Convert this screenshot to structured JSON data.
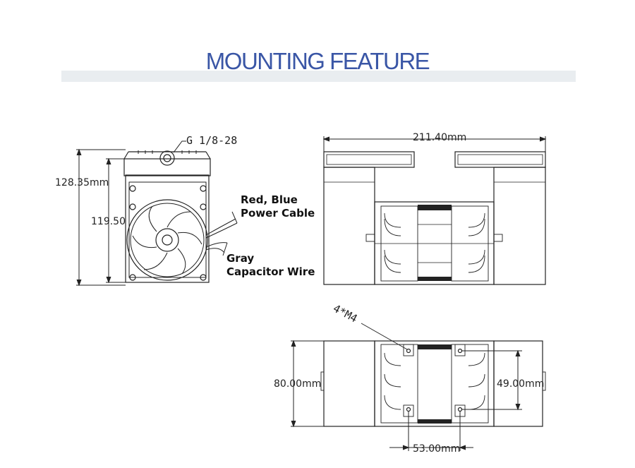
{
  "title": "MOUNTING FEATURE",
  "colors": {
    "title": "#3a56a6",
    "banner": "#e9edf0",
    "line": "#222222"
  },
  "side_view": {
    "port_label": "G 1/8-28",
    "overall_height": "128.35mm",
    "body_height": "119.50",
    "cable_label_line1": "Red, Blue",
    "cable_label_line2": "Power Cable",
    "capacitor_label_line1": "Gray",
    "capacitor_label_line2": "Capacitor Wire"
  },
  "front_view": {
    "overall_width": "211.40mm"
  },
  "bottom_view": {
    "hole_callout": "4*M4",
    "body_depth": "80.00mm",
    "hole_spacing_vertical": "49.00mm",
    "hole_spacing_horizontal": "53.00mm"
  }
}
